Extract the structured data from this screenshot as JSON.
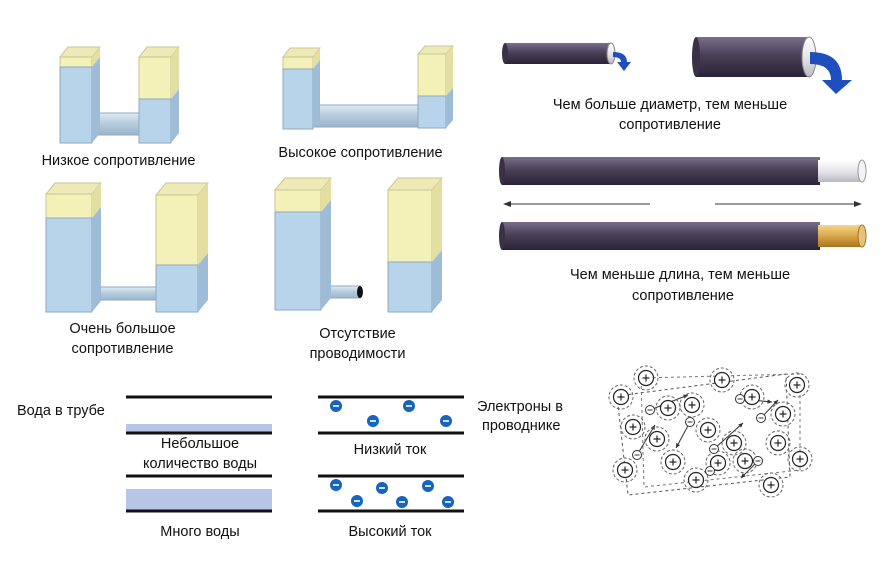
{
  "vessels": {
    "low": "Низкое сопротивление",
    "high": "Высокое сопротивление",
    "very_high_1": "Очень большое",
    "very_high_2": "сопротивление",
    "none_1": "Отсутствие",
    "none_2": "проводимости"
  },
  "wires": {
    "diameter_1": "Чем больше диаметр, тем меньше",
    "diameter_2": "сопротивление",
    "length_1": "Чем меньше длина, тем меньше",
    "length_2": "сопротивление"
  },
  "pipes": {
    "water_in_pipe": "Вода в трубе",
    "small_water_1": "Небольшое",
    "small_water_2": "количество воды",
    "much_water": "Много воды",
    "low_current": "Низкий ток",
    "high_current": "Высокий ток"
  },
  "electrons": {
    "label_1": "Электроны в",
    "label_2": "проводнике"
  },
  "colors": {
    "water": "#b8d4ea",
    "air": "#f3f0b8",
    "wire": "#4a4058",
    "copper": "#d9a64a",
    "arrow": "#1f4fbf",
    "electron": "#1565c0"
  }
}
